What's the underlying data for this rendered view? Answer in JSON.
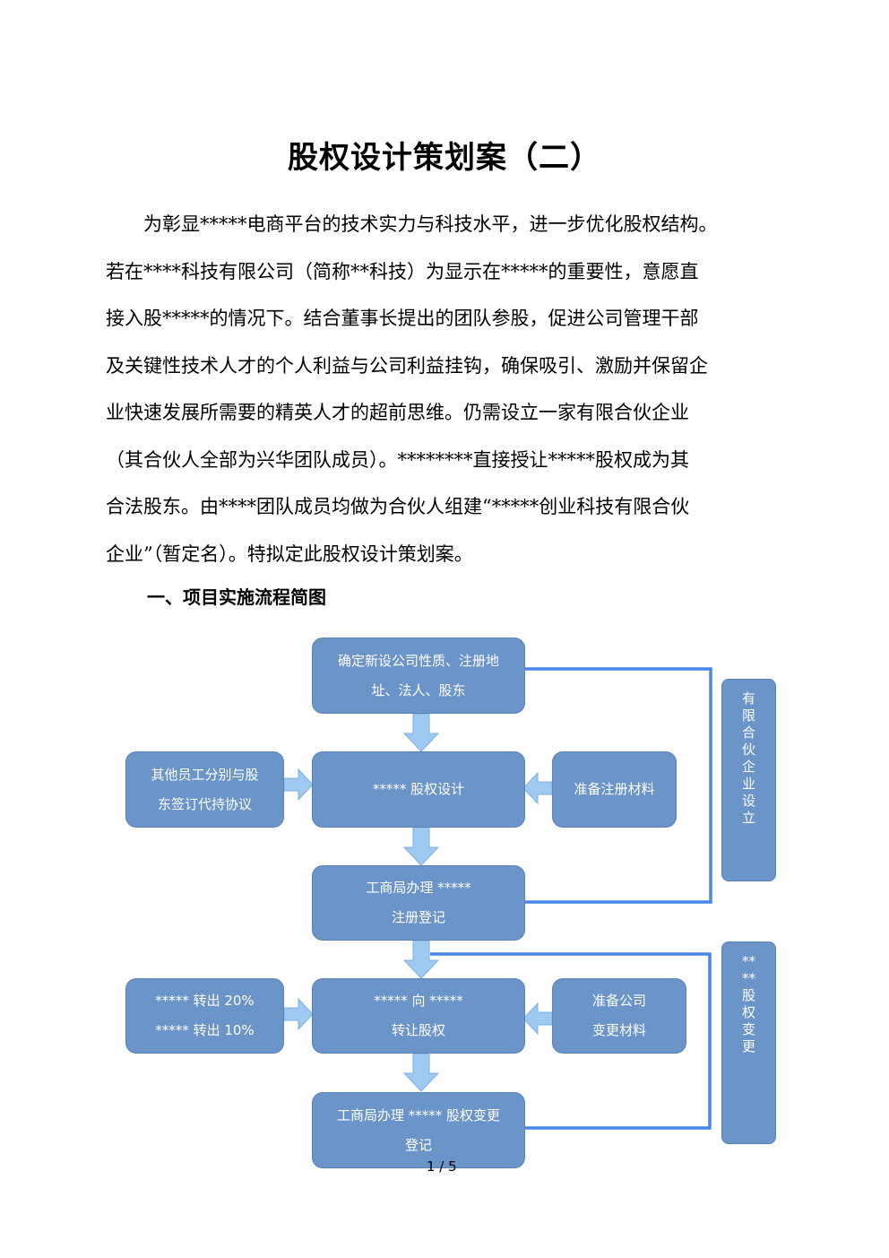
{
  "document": {
    "title": "股权设计策划案（二）",
    "paragraph_lines": [
      "　　为彰显*****电商平台的技术实力与科技水平，进一步优化股权结构。",
      "若在****科技有限公司（简称**科技）为显示在*****的重要性，意愿直",
      "接入股*****的情况下。结合董事长提出的团队参股，促进公司管理干部",
      "及关键性技术人才的个人利益与公司利益挂钩，确保吸引、激励并保留企",
      "业快速发展所需要的精英人才的超前思维。仍需设立一家有限合伙企业",
      "（其合伙人全部为兴华团队成员）。********直接授让*****股权成为其",
      "合法股东。由****团队成员均做为合伙人组建“*****创业科技有限合伙",
      "企业”（暂定名）。特拟定此股权设计策划案。"
    ],
    "section_heading": "一、项目实施流程简图",
    "page_number": "1 / 5"
  },
  "flowchart": {
    "step1": [
      "确定新设公司性质、注册地",
      "址、法人、股东"
    ],
    "step2": [
      "***** 股权设计"
    ],
    "step3": [
      "工商局办理 *****",
      "注册登记"
    ],
    "step4": [
      "***** 向 *****",
      "转让股权"
    ],
    "step5": [
      "工商局办理 ***** 股权变更",
      "登记"
    ],
    "left1": [
      "其他员工分别与股",
      "东签订代持协议"
    ],
    "right1": [
      "准备注册材料"
    ],
    "left2": [
      "***** 转出 20%",
      "***** 转出 10%"
    ],
    "right2": [
      "准备公司",
      "变更材料"
    ],
    "side1": "有限合伙企业设立",
    "side2": "****股权变更",
    "colors": {
      "box": "#6b95c8",
      "arrow": "#9ec9f2",
      "line": "#4a86e8"
    }
  }
}
